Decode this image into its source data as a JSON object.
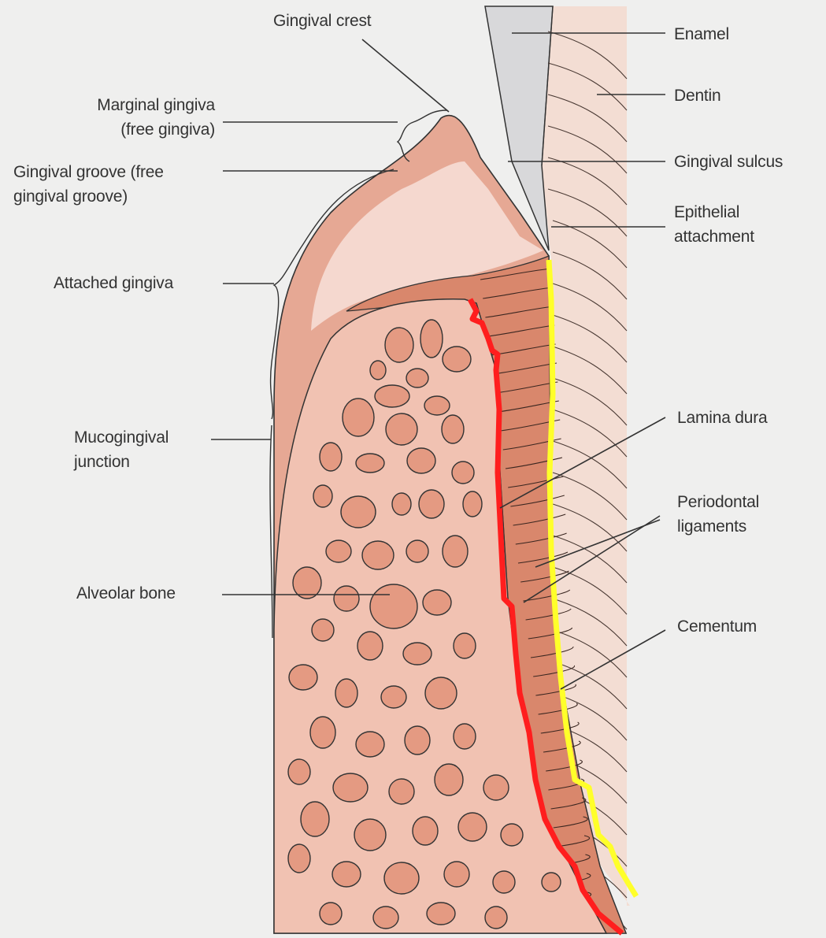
{
  "labels": {
    "gingival_crest": "Gingival crest",
    "marginal_gingiva": "Marginal gingiva\n(free gingiva)",
    "gingival_groove": "Gingival groove (free\ngingival groove)",
    "attached_gingiva": "Attached gingiva",
    "mucogingival_junction": "Mucogingival\njunction",
    "alveolar_bone": "Alveolar bone",
    "enamel": "Enamel",
    "dentin": "Dentin",
    "gingival_sulcus": "Gingival sulcus",
    "epithelial_attachment": "Epithelial\nattachment",
    "lamina_dura": "Lamina dura",
    "periodontal_ligaments": "Periodontal\nligaments",
    "cementum": "Cementum"
  },
  "colors": {
    "background": "#efefee",
    "dentin": "#f3ddd3",
    "enamel": "#d8d8da",
    "gingiva_outer": "#e6a894",
    "gingiva_inner": "#f5d8cf",
    "ligament": "#d9876c",
    "bone": "#f1c2b2",
    "marrow_space": "#e49a82",
    "lamina_dura_highlight": "#ff1e1e",
    "cementum_highlight": "#ffff2a",
    "leader_line": "#333333"
  }
}
